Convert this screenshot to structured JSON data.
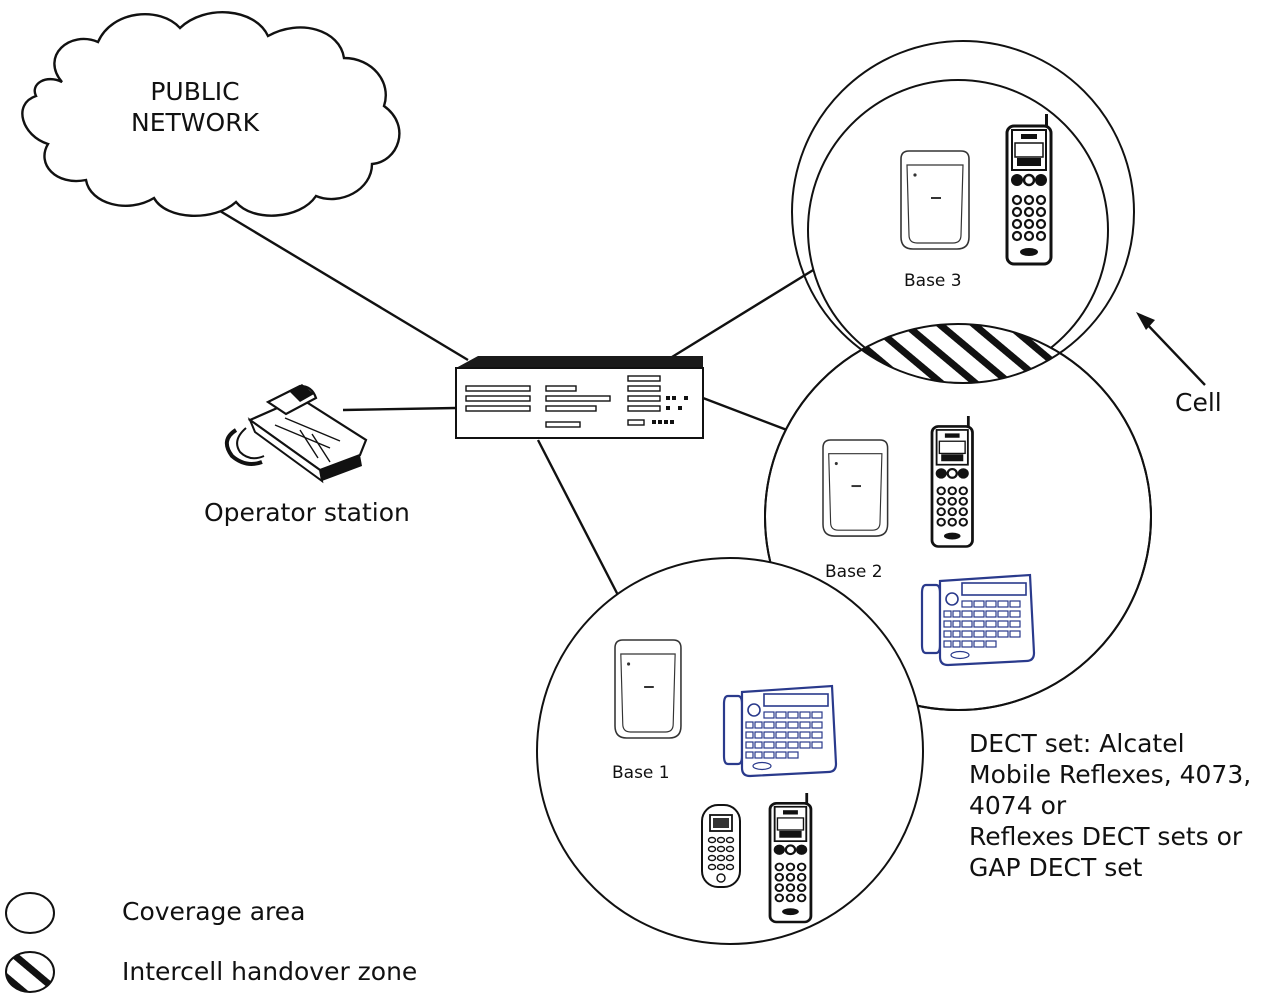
{
  "cloud_label": "PUBLIC\nNETWORK",
  "operator_label": "Operator station",
  "cell_label": "Cell",
  "cells": [
    {
      "label": "Base 1"
    },
    {
      "label": "Base 2"
    },
    {
      "label": "Base 3"
    }
  ],
  "dect_note": "DECT set: Alcatel\nMobile Reflexes, 4073,\n4074 or\nReflexes DECT sets or\nGAP DECT set",
  "legend": [
    {
      "label": "Coverage area"
    },
    {
      "label": "Intercell handover zone"
    }
  ],
  "colors": {
    "line": "#111111",
    "desk_set": "#2a3a8c"
  }
}
